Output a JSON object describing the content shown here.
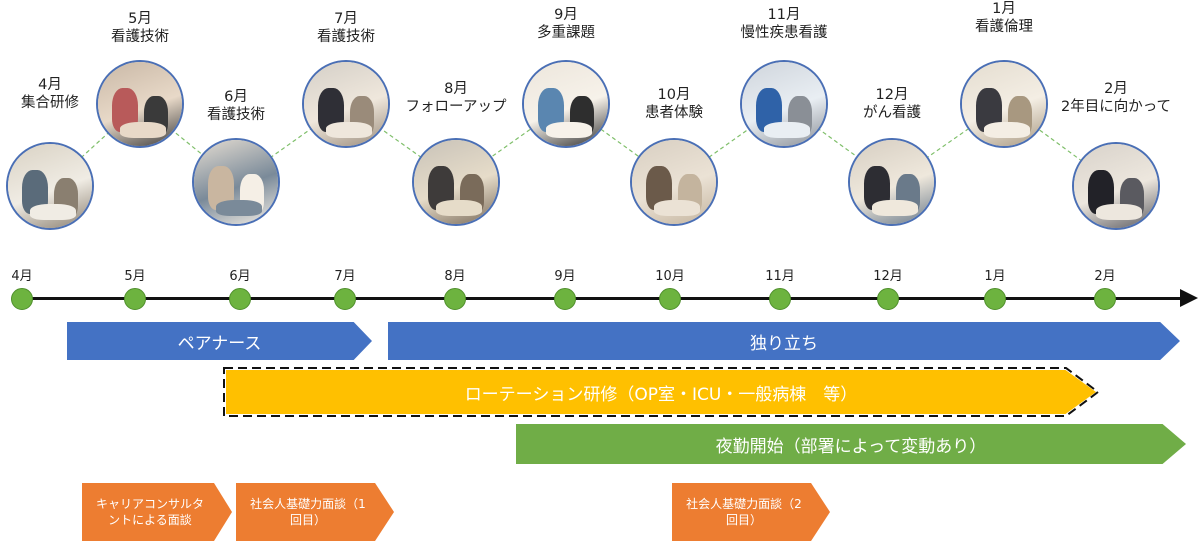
{
  "events": [
    {
      "month": "4月",
      "title": "集合研修"
    },
    {
      "month": "5月",
      "title": "看護技術"
    },
    {
      "month": "6月",
      "title": "看護技術"
    },
    {
      "month": "7月",
      "title": "看護技術"
    },
    {
      "month": "8月",
      "title": "フォローアップ"
    },
    {
      "month": "9月",
      "title": "多重課題"
    },
    {
      "month": "10月",
      "title": "患者体験"
    },
    {
      "month": "11月",
      "title": "慢性疾患看護"
    },
    {
      "month": "12月",
      "title": "がん看護"
    },
    {
      "month": "1月",
      "title": "看護倫理"
    },
    {
      "month": "2月",
      "title": "2年目に向かって"
    }
  ],
  "timeline": {
    "months": [
      "4月",
      "5月",
      "6月",
      "7月",
      "8月",
      "9月",
      "10月",
      "11月",
      "12月",
      "1月",
      "2月"
    ]
  },
  "bands": {
    "pair_nurse": "ペアナース",
    "independent": "独り立ち",
    "rotation": "ローテーション研修（OP室・ICU・一般病棟　等）",
    "night_shift": "夜勤開始（部署によって変動あり）"
  },
  "interviews": {
    "career": "キャリアコンサルタントによる面談",
    "basic_1": "社会人基礎力面談（1回目）",
    "basic_2": "社会人基礎力面談（2回目）"
  },
  "colors": {
    "blue": "#4472c4",
    "yellow": "#ffc000",
    "green": "#70ad47",
    "orange": "#ed7d31",
    "dot": "#6db33f",
    "photo_border": "#4a6fb5",
    "connector": "#7fbf6a"
  }
}
